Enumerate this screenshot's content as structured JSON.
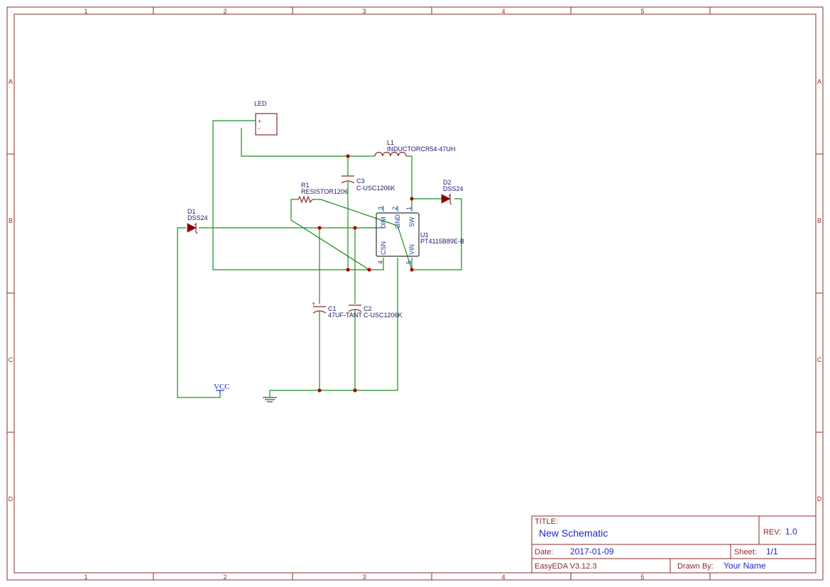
{
  "border": {
    "columns": [
      "1",
      "2",
      "3",
      "4",
      "5"
    ],
    "rows": [
      "A",
      "B",
      "C",
      "D"
    ]
  },
  "components": {
    "led": {
      "ref": "LED",
      "plus": "+",
      "minus": "-"
    },
    "l1": {
      "ref": "L1",
      "value": "INDUCTORCR54-47UH"
    },
    "c3": {
      "ref": "C3",
      "value": "C-USC1206K"
    },
    "r1": {
      "ref": "R1",
      "value": "RESISTOR1206"
    },
    "d1": {
      "ref": "D1",
      "value": "DSS24"
    },
    "d2": {
      "ref": "D2",
      "value": "DSS24"
    },
    "u1": {
      "ref": "U1",
      "value": "PT4115B89E-B",
      "pins": [
        {
          "num": "3",
          "name": "DIM"
        },
        {
          "num": "2",
          "name": "GND"
        },
        {
          "num": "1",
          "name": "SW"
        },
        {
          "num": "4",
          "name": "CSN"
        },
        {
          "num": "5",
          "name": "VIN"
        }
      ]
    },
    "c1": {
      "ref": "C1",
      "value": "47UF-TANT",
      "plus": "+"
    },
    "c2": {
      "ref": "C2",
      "value": "C-USC1206K"
    },
    "vcc": {
      "label": "VCC"
    }
  },
  "title_block": {
    "title_label": "TITLE:",
    "title": "New Schematic",
    "rev_label": "REV:",
    "rev": "1.0",
    "date_label": "Date:",
    "date": "2017-01-09",
    "sheet_label": "Sheet:",
    "sheet": "1/1",
    "software": "EasyEDA V3.12.3",
    "drawn_by_label": "Drawn By:",
    "drawn_by": "Your Name"
  },
  "colors": {
    "frame": "#8b2a2a",
    "wire": "#1a8f1a",
    "text_blue": "#1e28c8",
    "junction": "#b00000"
  }
}
